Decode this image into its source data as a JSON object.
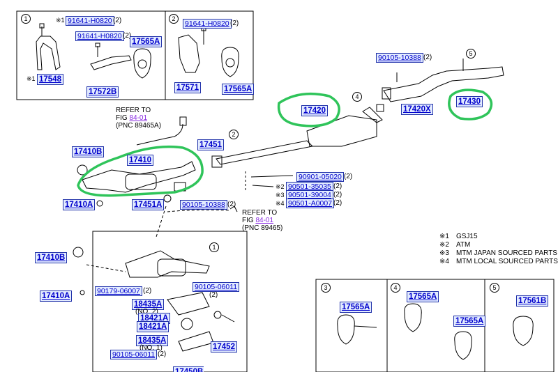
{
  "colors": {
    "part_link": "#0000cc",
    "label_bg": "#e3ecff",
    "highlight": "#2fc45a",
    "fig_link": "#8a2be2"
  },
  "inset1": {
    "num": "1",
    "part_a": "91641-H0820",
    "qty_a": "(2)",
    "part_b": "91641-H0820",
    "qty_b": "(2)",
    "part_c": "17565A",
    "part_d": "17548",
    "part_e": "17572B",
    "mark_d": "※1",
    "mark_a": "※1"
  },
  "inset2": {
    "num": "2",
    "part_a": "91641-H0820",
    "qty_a": "(2)",
    "part_b": "17571",
    "part_c": "17565A"
  },
  "main": {
    "p90105_top": "90105-10388",
    "p90105_top_qty": "(2)",
    "p17420": "17420",
    "p17420x": "17420X",
    "p17430": "17430",
    "p17410b": "17410B",
    "p17410": "17410",
    "p17451": "17451",
    "p17410a": "17410A",
    "p17451a": "17451A",
    "p90105_mid": "90105-10388",
    "p90105_mid_qty": "(2)",
    "p90901": "90901-05020",
    "p90901_qty": "(2)",
    "p90501_1": "90501-35035",
    "p90501_1_qty": "(2)",
    "mark1": "※2",
    "p90501_2": "90501-39004",
    "p90501_2_qty": "(2)",
    "mark2": "※3",
    "p90501_3": "90501-A0007",
    "p90501_3_qty": "(2)",
    "mark3": "※4",
    "num2": "2",
    "num4": "4",
    "num5": "5",
    "refer_top": {
      "line1": "REFER TO",
      "fig_prefix": "FIG ",
      "fig": "84-01",
      "line3": "(PNC 89465A)"
    },
    "refer_mid": {
      "line1": "REFER TO",
      "fig_prefix": "FIG ",
      "fig": "84-01",
      "line3": "(PNC 89465)"
    }
  },
  "lower": {
    "num1": "1",
    "p17410b": "17410B",
    "p17410a": "17410A",
    "p90179": "90179-06007",
    "p90179_qty": "(2)",
    "p90105_a": "90105-06011",
    "p90105_a_qty": "(2)",
    "p18435a_1": "18435A",
    "p18435a_1_sub": "(NO. 2)",
    "p18421a_1": "18421A",
    "p18421a_2": "18421A",
    "p18435a_2": "18435A",
    "p18435a_2_sub": "(NO. 1)",
    "p17452": "17452",
    "p90105_b": "90105-06011",
    "p90105_b_qty": "(2)",
    "p17450_partial": "17450B"
  },
  "notes": [
    {
      "mark": "※1",
      "text": "GSJ15"
    },
    {
      "mark": "※2",
      "text": "ATM"
    },
    {
      "mark": "※3",
      "text": "MTM  JAPAN SOURCED PARTS"
    },
    {
      "mark": "※4",
      "text": "MTM  LOCAL SOURCED PARTS"
    }
  ],
  "bottom_insets": [
    {
      "num": "3",
      "parts": [
        "17565A"
      ]
    },
    {
      "num": "4",
      "parts": [
        "17565A",
        "17565A"
      ]
    },
    {
      "num": "5",
      "parts": [
        "17561B"
      ]
    }
  ]
}
